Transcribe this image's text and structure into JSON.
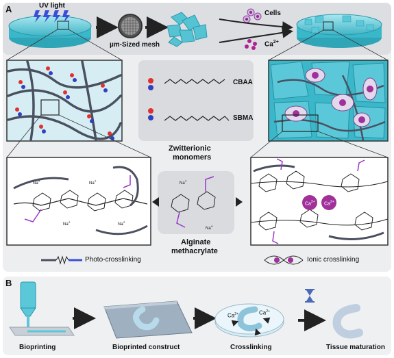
{
  "panel_a": {
    "label": "A",
    "uv_light": "UV light",
    "mesh": "µm-Sized mesh",
    "cells": "Cells",
    "ca": "Ca",
    "ca_sup": "2+",
    "cbaa": "CBAA",
    "sbma": "SBMA",
    "zwitterionic": "Zwitterionic",
    "monomers": "monomers",
    "alginate": "Alginate",
    "methacrylate": "methacrylate",
    "photo_crosslinking": "Photo-crosslinking",
    "ionic_crosslinking": "Ionic crosslinking",
    "ion_label": "Ca",
    "ion_sup": "2+",
    "na": "Na",
    "na_sup": "+"
  },
  "panel_b": {
    "label": "B",
    "steps": [
      "Bioprinting",
      "Bioprinted construct",
      "Crosslinking",
      "Tissue maturation"
    ],
    "ca": "Ca",
    "ca_sup": "2+"
  },
  "colors": {
    "panel_bg": "#e8e8e8",
    "hydrogel": "#5ac8d8",
    "polymer": "#4a5060",
    "cell_purple": "#a0309a",
    "methacrylate": "#9b35c9"
  }
}
